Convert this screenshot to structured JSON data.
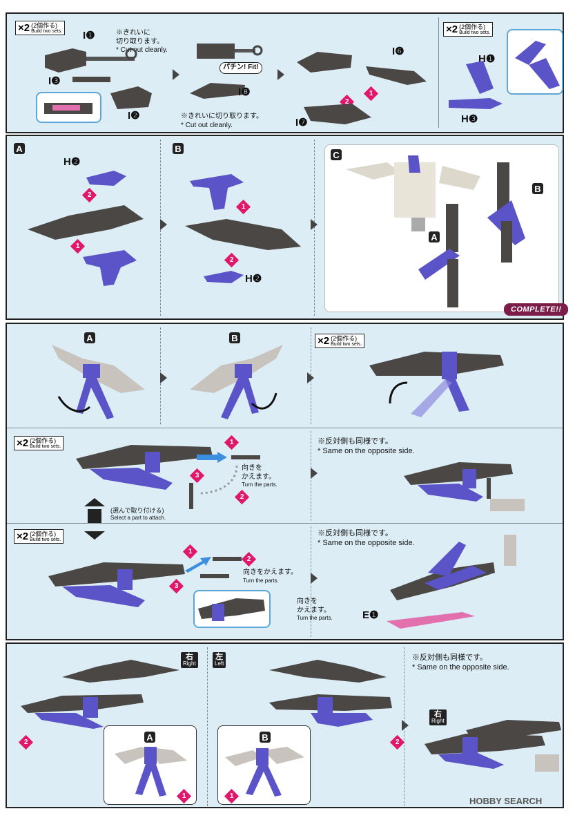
{
  "build_two": {
    "mult": "×2",
    "jp": "(2個作る)",
    "en": "Build two sets."
  },
  "parts": {
    "i1": "I❶",
    "i2": "I❷",
    "i3": "I❸",
    "i6": "I❻",
    "i7": "I❼",
    "i8": "I❽",
    "h1": "H❶",
    "h2": "H❷",
    "h3": "H❸",
    "e1": "E❶"
  },
  "notes": {
    "cut_jp_a": "※きれいに",
    "cut_jp_b": "切り取ります。",
    "cut_jp_full": "※きれいに切り取ります。",
    "cut_en": "* Cut out cleanly.",
    "fit": "パチン! Fit!",
    "same_jp": "※反対側も同様です。",
    "same_en": "* Same on the opposite side.",
    "turn_jp_a": "向きを",
    "turn_jp_b": "かえます。",
    "turn_jp_full": "向きをかえます。",
    "turn_en": "Turn the parts.",
    "select_jp": "(選んで取り付ける)",
    "select_en": "Select a part to attach."
  },
  "labels": {
    "a": "A",
    "b": "B",
    "c": "C"
  },
  "complete": "COMPLETE!!",
  "sides": {
    "right": {
      "jp": "右",
      "en": "Right"
    },
    "left": {
      "jp": "左",
      "en": "Left"
    }
  },
  "numbers": {
    "one": "1",
    "two": "2",
    "three": "3"
  },
  "watermark": "HOBBY SEARCH",
  "colors": {
    "dark_part": "#4a4745",
    "blue_part": "#5a54c8",
    "pink_part": "#e26fae",
    "light_part": "#c9c3bd",
    "marker": "#e0176a"
  }
}
